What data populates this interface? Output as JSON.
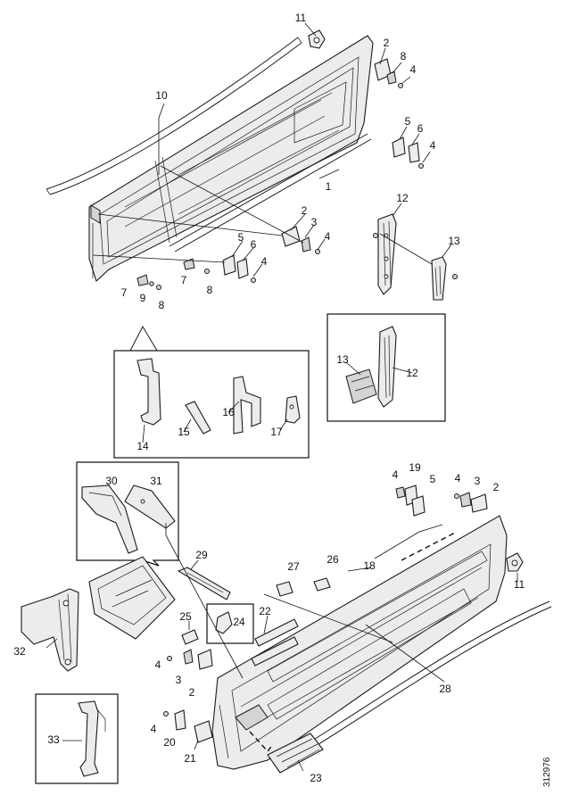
{
  "callouts": {
    "c1": "1",
    "c2": "2",
    "c3": "3",
    "c4": "4",
    "c5": "5",
    "c6": "6",
    "c7": "7",
    "c8": "8",
    "c9": "9",
    "c10": "10",
    "c11": "11",
    "c12": "12",
    "c13": "13",
    "c14": "14",
    "c15": "15",
    "c16": "16",
    "c17": "17",
    "c18": "18",
    "c19": "19",
    "c20": "20",
    "c21": "21",
    "c22": "22",
    "c23": "23",
    "c24": "24",
    "c25": "25",
    "c26": "26",
    "c27": "27",
    "c28": "28",
    "c29": "29",
    "c30": "30",
    "c31": "31",
    "c32": "32",
    "c33": "33"
  },
  "reference_number": "312976"
}
